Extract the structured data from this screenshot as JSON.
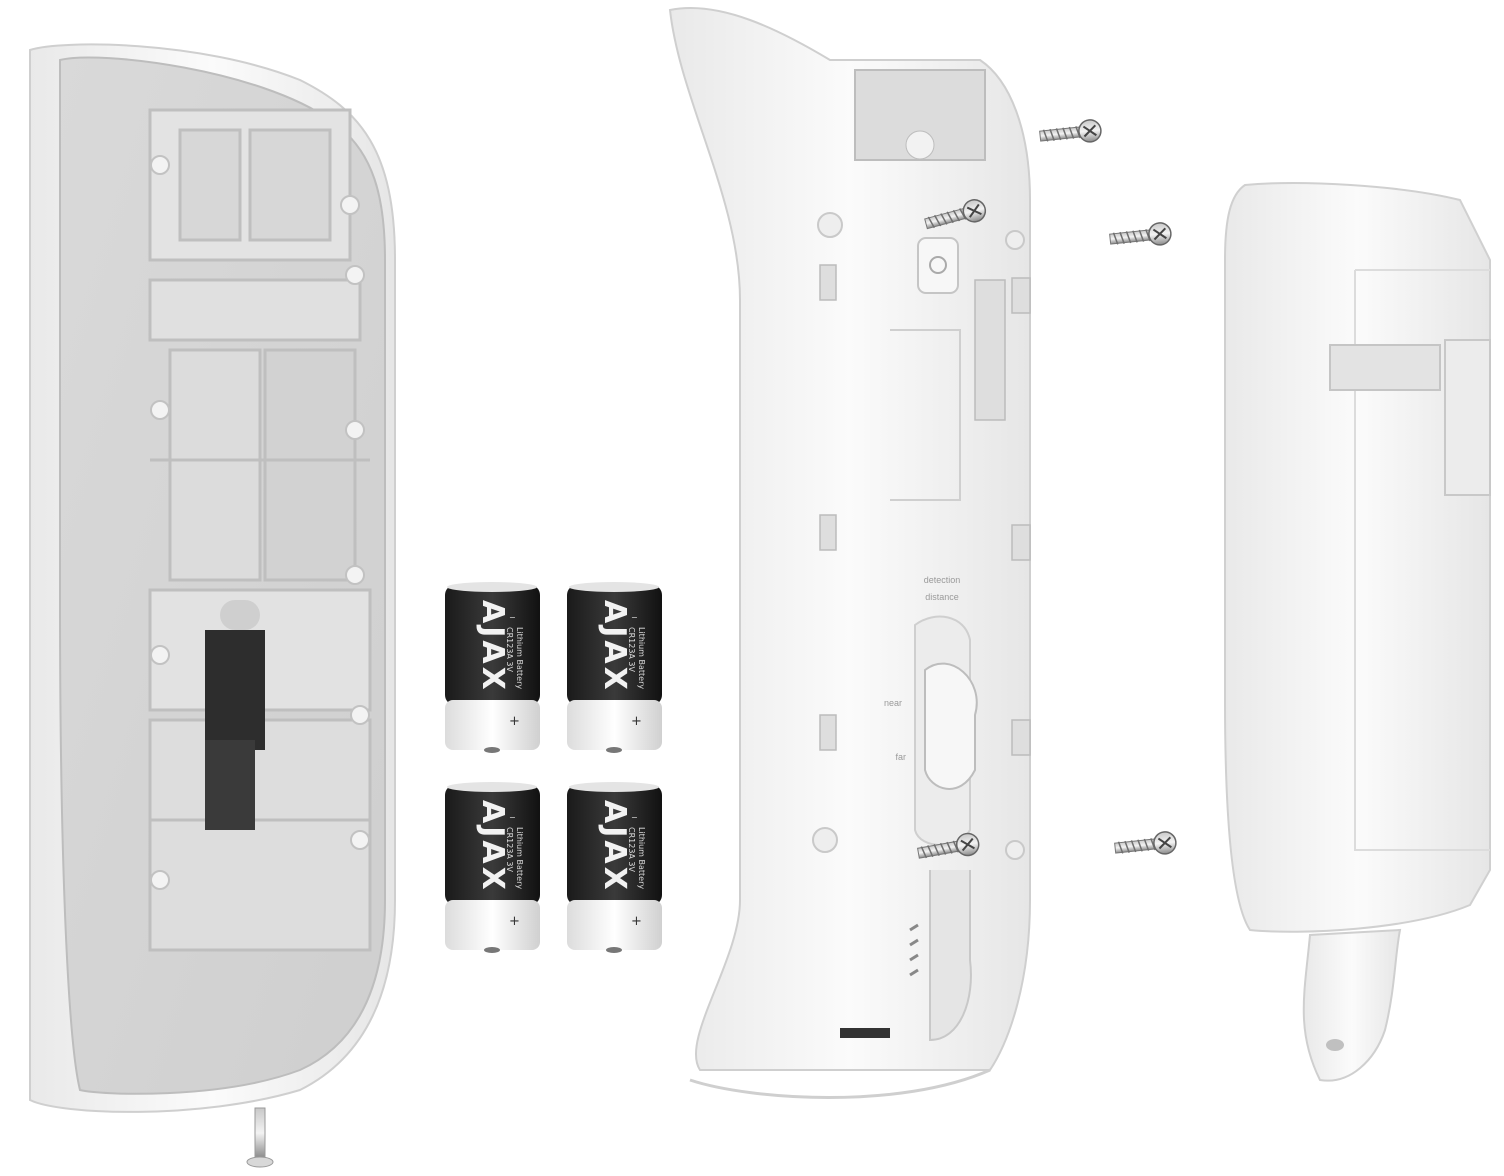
{
  "image": {
    "description_labels": {
      "slider_title_line1": "detection",
      "slider_title_line2": "distance",
      "slider_near": "near",
      "slider_far": "far"
    },
    "battery": {
      "brand": "AJAX",
      "line1": "CR123A 3V",
      "line2": "Lithium Battery",
      "minus": "−",
      "plus": "+"
    }
  }
}
